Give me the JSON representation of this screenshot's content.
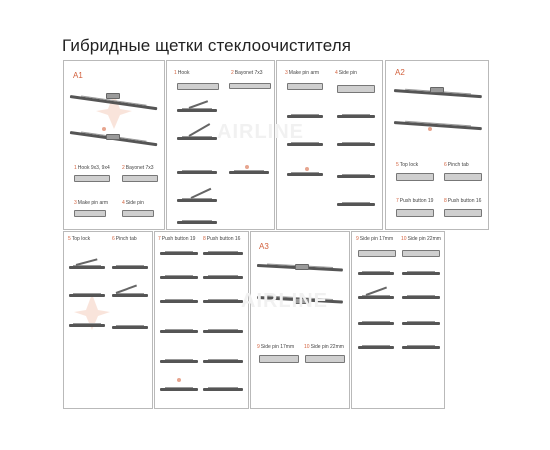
{
  "page": {
    "title": "Гибридные щетки стеклоочистителя"
  },
  "watermark": {
    "text": "AIRLINE",
    "color": "#f0f0f0"
  },
  "colors": {
    "accent": "#d2603c",
    "border": "#b9b9b9",
    "blade": "#555555"
  },
  "sections": {
    "a1": "A1",
    "a2": "A2",
    "a3": "A3"
  },
  "labels": {
    "a1_hook": {
      "num": "1",
      "text": "Hook 9x3, 9x4"
    },
    "a1_bayonet": {
      "num": "2",
      "text": "Bayonet 7x3"
    },
    "a1_make_pin": {
      "num": "3",
      "text": "Make pin arm"
    },
    "a1_side_pin": {
      "num": "4",
      "text": "Side pin"
    },
    "p2_hook": {
      "num": "1",
      "text": "Hook"
    },
    "p2_bayonet": {
      "num": "2",
      "text": "Bayonet 7x3"
    },
    "p3_make_pin": {
      "num": "3",
      "text": "Make pin arm"
    },
    "p3_side_pin": {
      "num": "4",
      "text": "Side pin"
    },
    "a2_top_lock": {
      "num": "5",
      "text": "Top lock"
    },
    "a2_pinch_tab": {
      "num": "6",
      "text": "Pinch tab"
    },
    "a2_push19": {
      "num": "7",
      "text": "Push button 19"
    },
    "a2_push16": {
      "num": "8",
      "text": "Push button 16"
    },
    "p5_top_lock": {
      "num": "5",
      "text": "Top lock"
    },
    "p5_pinch_tab": {
      "num": "6",
      "text": "Pinch tab"
    },
    "p6_push19": {
      "num": "7",
      "text": "Push button 19"
    },
    "p6_push16": {
      "num": "8",
      "text": "Push button 16"
    },
    "a3_side17": {
      "num": "9",
      "text": "Side pin 17mm"
    },
    "a3_side22": {
      "num": "10",
      "text": "Side pin 22mm"
    },
    "p8_side17": {
      "num": "9",
      "text": "Side pin 17mm"
    },
    "p8_side22": {
      "num": "10",
      "text": "Side pin 22mm"
    }
  }
}
